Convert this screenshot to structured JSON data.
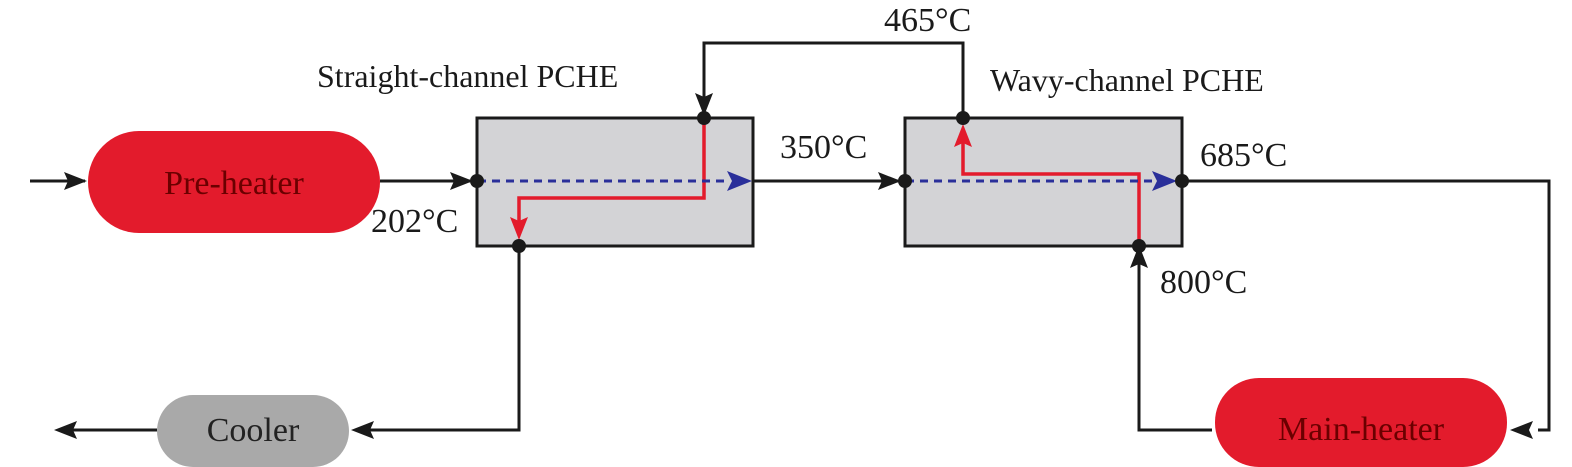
{
  "units": {
    "preheater": {
      "label": "Pre-heater",
      "fill": "#e31b2c",
      "text_color": "#6b0000"
    },
    "main_heater": {
      "label": "Main-heater",
      "fill": "#e31b2c",
      "text_color": "#6b0000"
    },
    "cooler": {
      "label": "Cooler",
      "fill": "#a9a9a9",
      "text_color": "#222222"
    },
    "straight_pche": {
      "label": "Straight-channel PCHE",
      "fill": "#d3d3d6"
    },
    "wavy_pche": {
      "label": "Wavy-channel PCHE",
      "fill": "#d3d3d6"
    }
  },
  "temperatures": {
    "t202": "202°C",
    "t350": "350°C",
    "t465": "465°C",
    "t685": "685°C",
    "t800": "800°C"
  },
  "colors": {
    "line": "#1a1a1a",
    "hot_stream": "#e31b2c",
    "cold_stream": "#2a2f9a"
  }
}
